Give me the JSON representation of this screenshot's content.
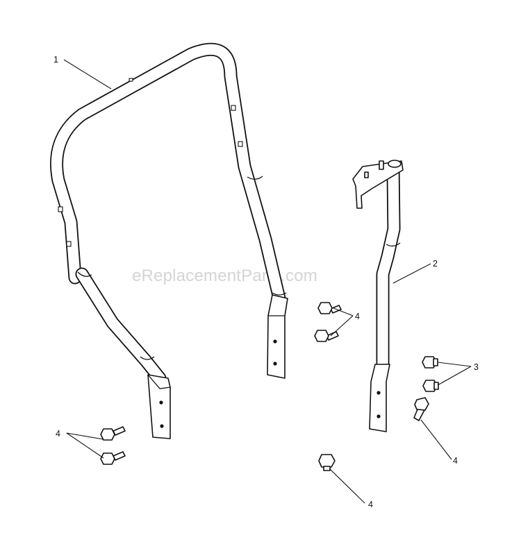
{
  "watermark": "eReplacementParts.com",
  "callouts": {
    "part_1": "1",
    "part_2": "2",
    "part_3": "3",
    "part_4_left": "4",
    "part_4_middle": "4",
    "part_4_right": "4",
    "part_4_bottom": "4"
  },
  "colors": {
    "line": "#111111",
    "background": "#ffffff",
    "watermark": "#d4d4d4"
  }
}
